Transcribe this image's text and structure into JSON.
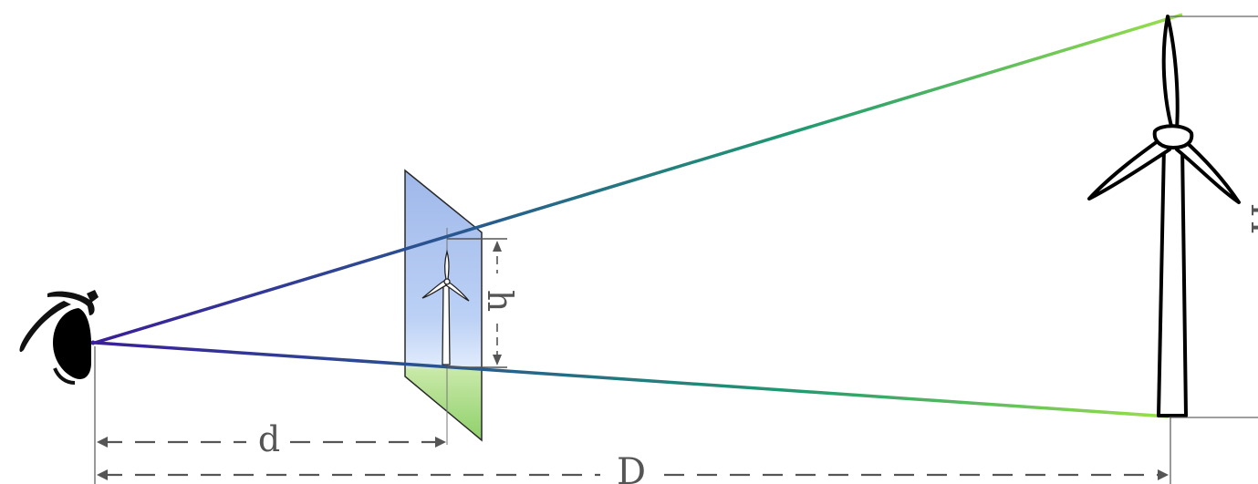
{
  "diagram": {
    "labels": {
      "small_distance": "d",
      "large_distance": "D",
      "image_height": "h",
      "object_height": "H"
    },
    "colors": {
      "ray_start": "#3a1e9a",
      "ray_mid": "#1f8a7a",
      "ray_end": "#9ae04a",
      "plane_sky": "#a9c3f0",
      "plane_ground": "#a8dc88",
      "dimension": "#5a5a5a"
    },
    "elements": {
      "observer": "eye-icon",
      "image_plane": "picture-plane",
      "object": "wind-turbine-icon"
    }
  }
}
